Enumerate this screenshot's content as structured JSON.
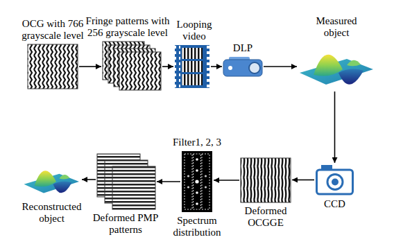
{
  "diagram": {
    "nodes": [
      {
        "text": [
          "OCG with 766 grayscale level"
        ]
      },
      {
        "text": [
          "Fringe patterns with 256 grayscale level"
        ]
      },
      {
        "text": [
          "Looping video"
        ]
      },
      {
        "text": [
          "DLP"
        ]
      },
      {
        "text": [
          "Measured object"
        ]
      },
      {
        "text": [
          "CCD"
        ]
      },
      {
        "text": [
          "Deformed OCGGE"
        ]
      },
      {
        "text": [
          "Filter1, 2, 3",
          "Spectrum distribution"
        ]
      },
      {
        "text": [
          "Deformed PMP patterns"
        ]
      },
      {
        "text": [
          "Reconstructed object"
        ]
      }
    ],
    "edges": [
      {
        "from": 0,
        "to": 1,
        "arrow": "to"
      },
      {
        "from": 1,
        "to": 2,
        "arrow": "to"
      },
      {
        "from": 2,
        "to": 3,
        "arrow": "to"
      },
      {
        "from": 3,
        "to": 4,
        "arrow": "to"
      },
      {
        "from": 4,
        "to": 5,
        "arrow": "to"
      },
      {
        "from": 5,
        "to": 6,
        "arrow": "to"
      },
      {
        "from": 6,
        "to": 7,
        "arrow": "to"
      },
      {
        "from": 7,
        "to": 8,
        "arrow": "to"
      },
      {
        "from": 8,
        "to": 9,
        "arrow": "to"
      }
    ]
  }
}
